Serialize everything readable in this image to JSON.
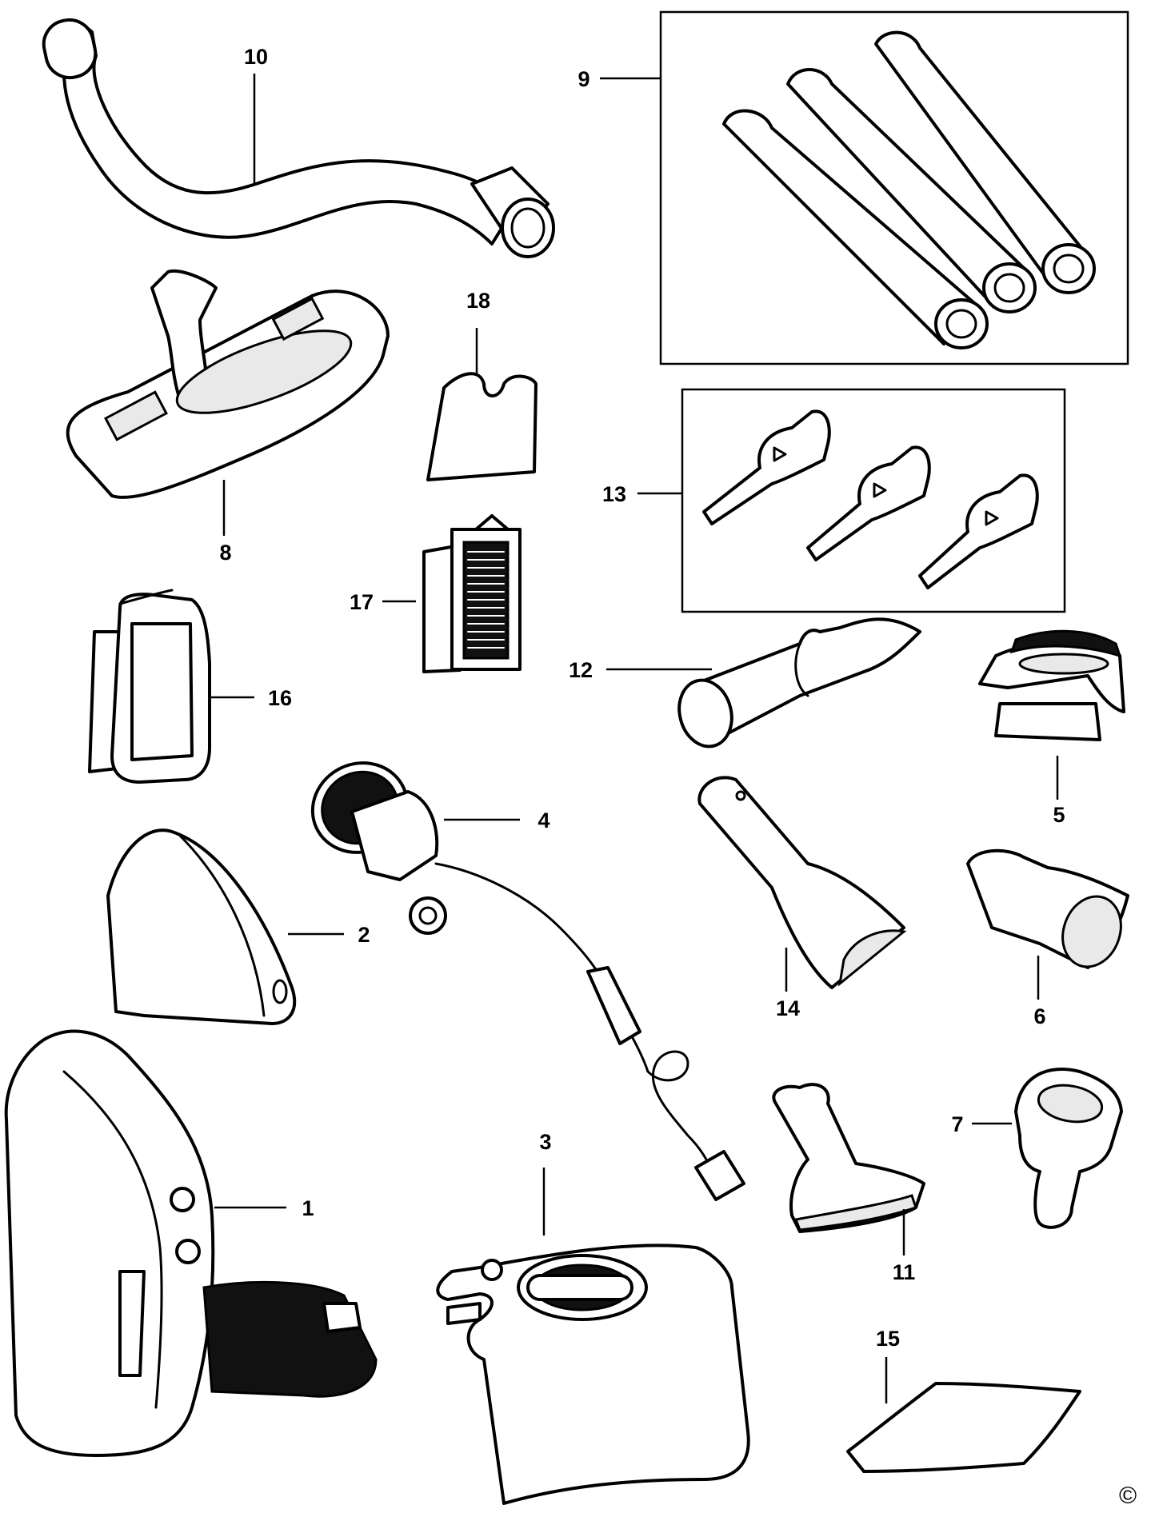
{
  "diagram": {
    "parts": [
      {
        "number": "1",
        "icon": "handheld-vacuum-body-icon"
      },
      {
        "number": "2",
        "icon": "vacuum-cover-icon"
      },
      {
        "number": "3",
        "icon": "handle-housing-icon"
      },
      {
        "number": "4",
        "icon": "motor-with-cord-icon"
      },
      {
        "number": "5",
        "icon": "brush-tool-icon"
      },
      {
        "number": "6",
        "icon": "nozzle-adapter-icon"
      },
      {
        "number": "7",
        "icon": "round-nozzle-icon"
      },
      {
        "number": "8",
        "icon": "floor-head-icon"
      },
      {
        "number": "9",
        "icon": "extension-tubes-icon"
      },
      {
        "number": "10",
        "icon": "flexible-hose-icon"
      },
      {
        "number": "11",
        "icon": "upholstery-tool-icon"
      },
      {
        "number": "12",
        "icon": "crevice-adapter-icon"
      },
      {
        "number": "13",
        "icon": "inflator-nozzles-icon"
      },
      {
        "number": "14",
        "icon": "wide-nozzle-icon"
      },
      {
        "number": "15",
        "icon": "cloth-icon"
      },
      {
        "number": "16",
        "icon": "filter-frame-icon"
      },
      {
        "number": "17",
        "icon": "pleated-filter-icon"
      },
      {
        "number": "18",
        "icon": "foam-filter-icon"
      }
    ],
    "copyright": "©"
  }
}
